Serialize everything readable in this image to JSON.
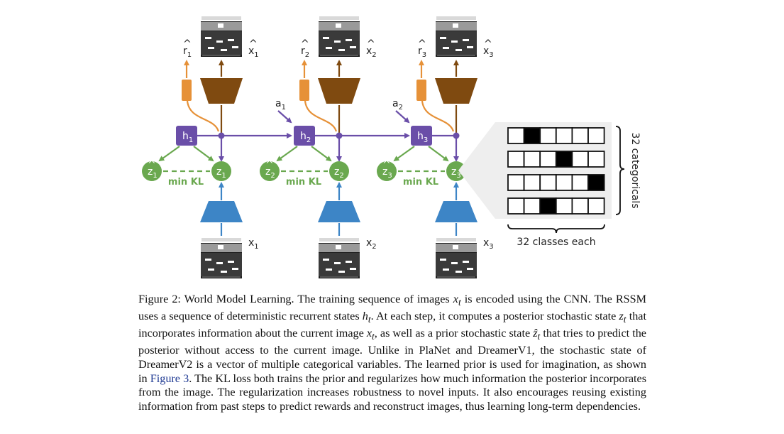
{
  "figure": {
    "steps": [
      {
        "h": "h",
        "z": "z",
        "zhat": "z",
        "x": "x",
        "rhat": "r",
        "xhat": "x",
        "index": "1"
      },
      {
        "h": "h",
        "z": "z",
        "zhat": "z",
        "x": "x",
        "rhat": "r",
        "xhat": "x",
        "index": "2",
        "action": "a",
        "action_index": "1"
      },
      {
        "h": "h",
        "z": "z",
        "zhat": "z",
        "x": "x",
        "rhat": "r",
        "xhat": "x",
        "index": "3",
        "action": "a",
        "action_index": "2"
      }
    ],
    "kl_label": "min KL",
    "categoricals_label": "32 categoricals",
    "classes_label": "32 classes each",
    "categorical_grid": {
      "rows": 4,
      "cols": 6,
      "active": [
        1,
        3,
        5,
        2
      ]
    },
    "colors": {
      "purple": "#6a4ea8",
      "green": "#6aa84f",
      "blue": "#3d85c6",
      "orange": "#e69138",
      "brown": "#7f4a10",
      "panel": "#eeeeee"
    }
  },
  "caption": {
    "lead": "Figure 2: World Model Learning. The training sequence of images ",
    "m1": "x",
    "m1sub": "t",
    "t1": " is encoded using the CNN. The RSSM uses a sequence of deterministic recurrent states ",
    "m2": "h",
    "m2sub": "t",
    "t2": ". At each step, it computes a posterior stochastic state ",
    "m3": "z",
    "m3sub": "t",
    "t3": " that incorporates information about the current image ",
    "m4": "x",
    "m4sub": "t",
    "t4": ", as well as a prior stochastic state ",
    "m5": "ẑ",
    "m5sub": "t",
    "t5": " that tries to predict the posterior without access to the current image. Unlike in PlaNet and DreamerV1, the stochastic state of DreamerV2 is a vector of multiple categorical variables. The learned prior is used for imagination, as shown in ",
    "ref": "Figure 3",
    "t6": ". The KL loss both trains the prior and regularizes how much information the posterior incorporates from the image. The regularization increases robustness to novel inputs. It also encourages reusing existing information from past steps to predict rewards and reconstruct images, thus learning long-term dependencies."
  }
}
